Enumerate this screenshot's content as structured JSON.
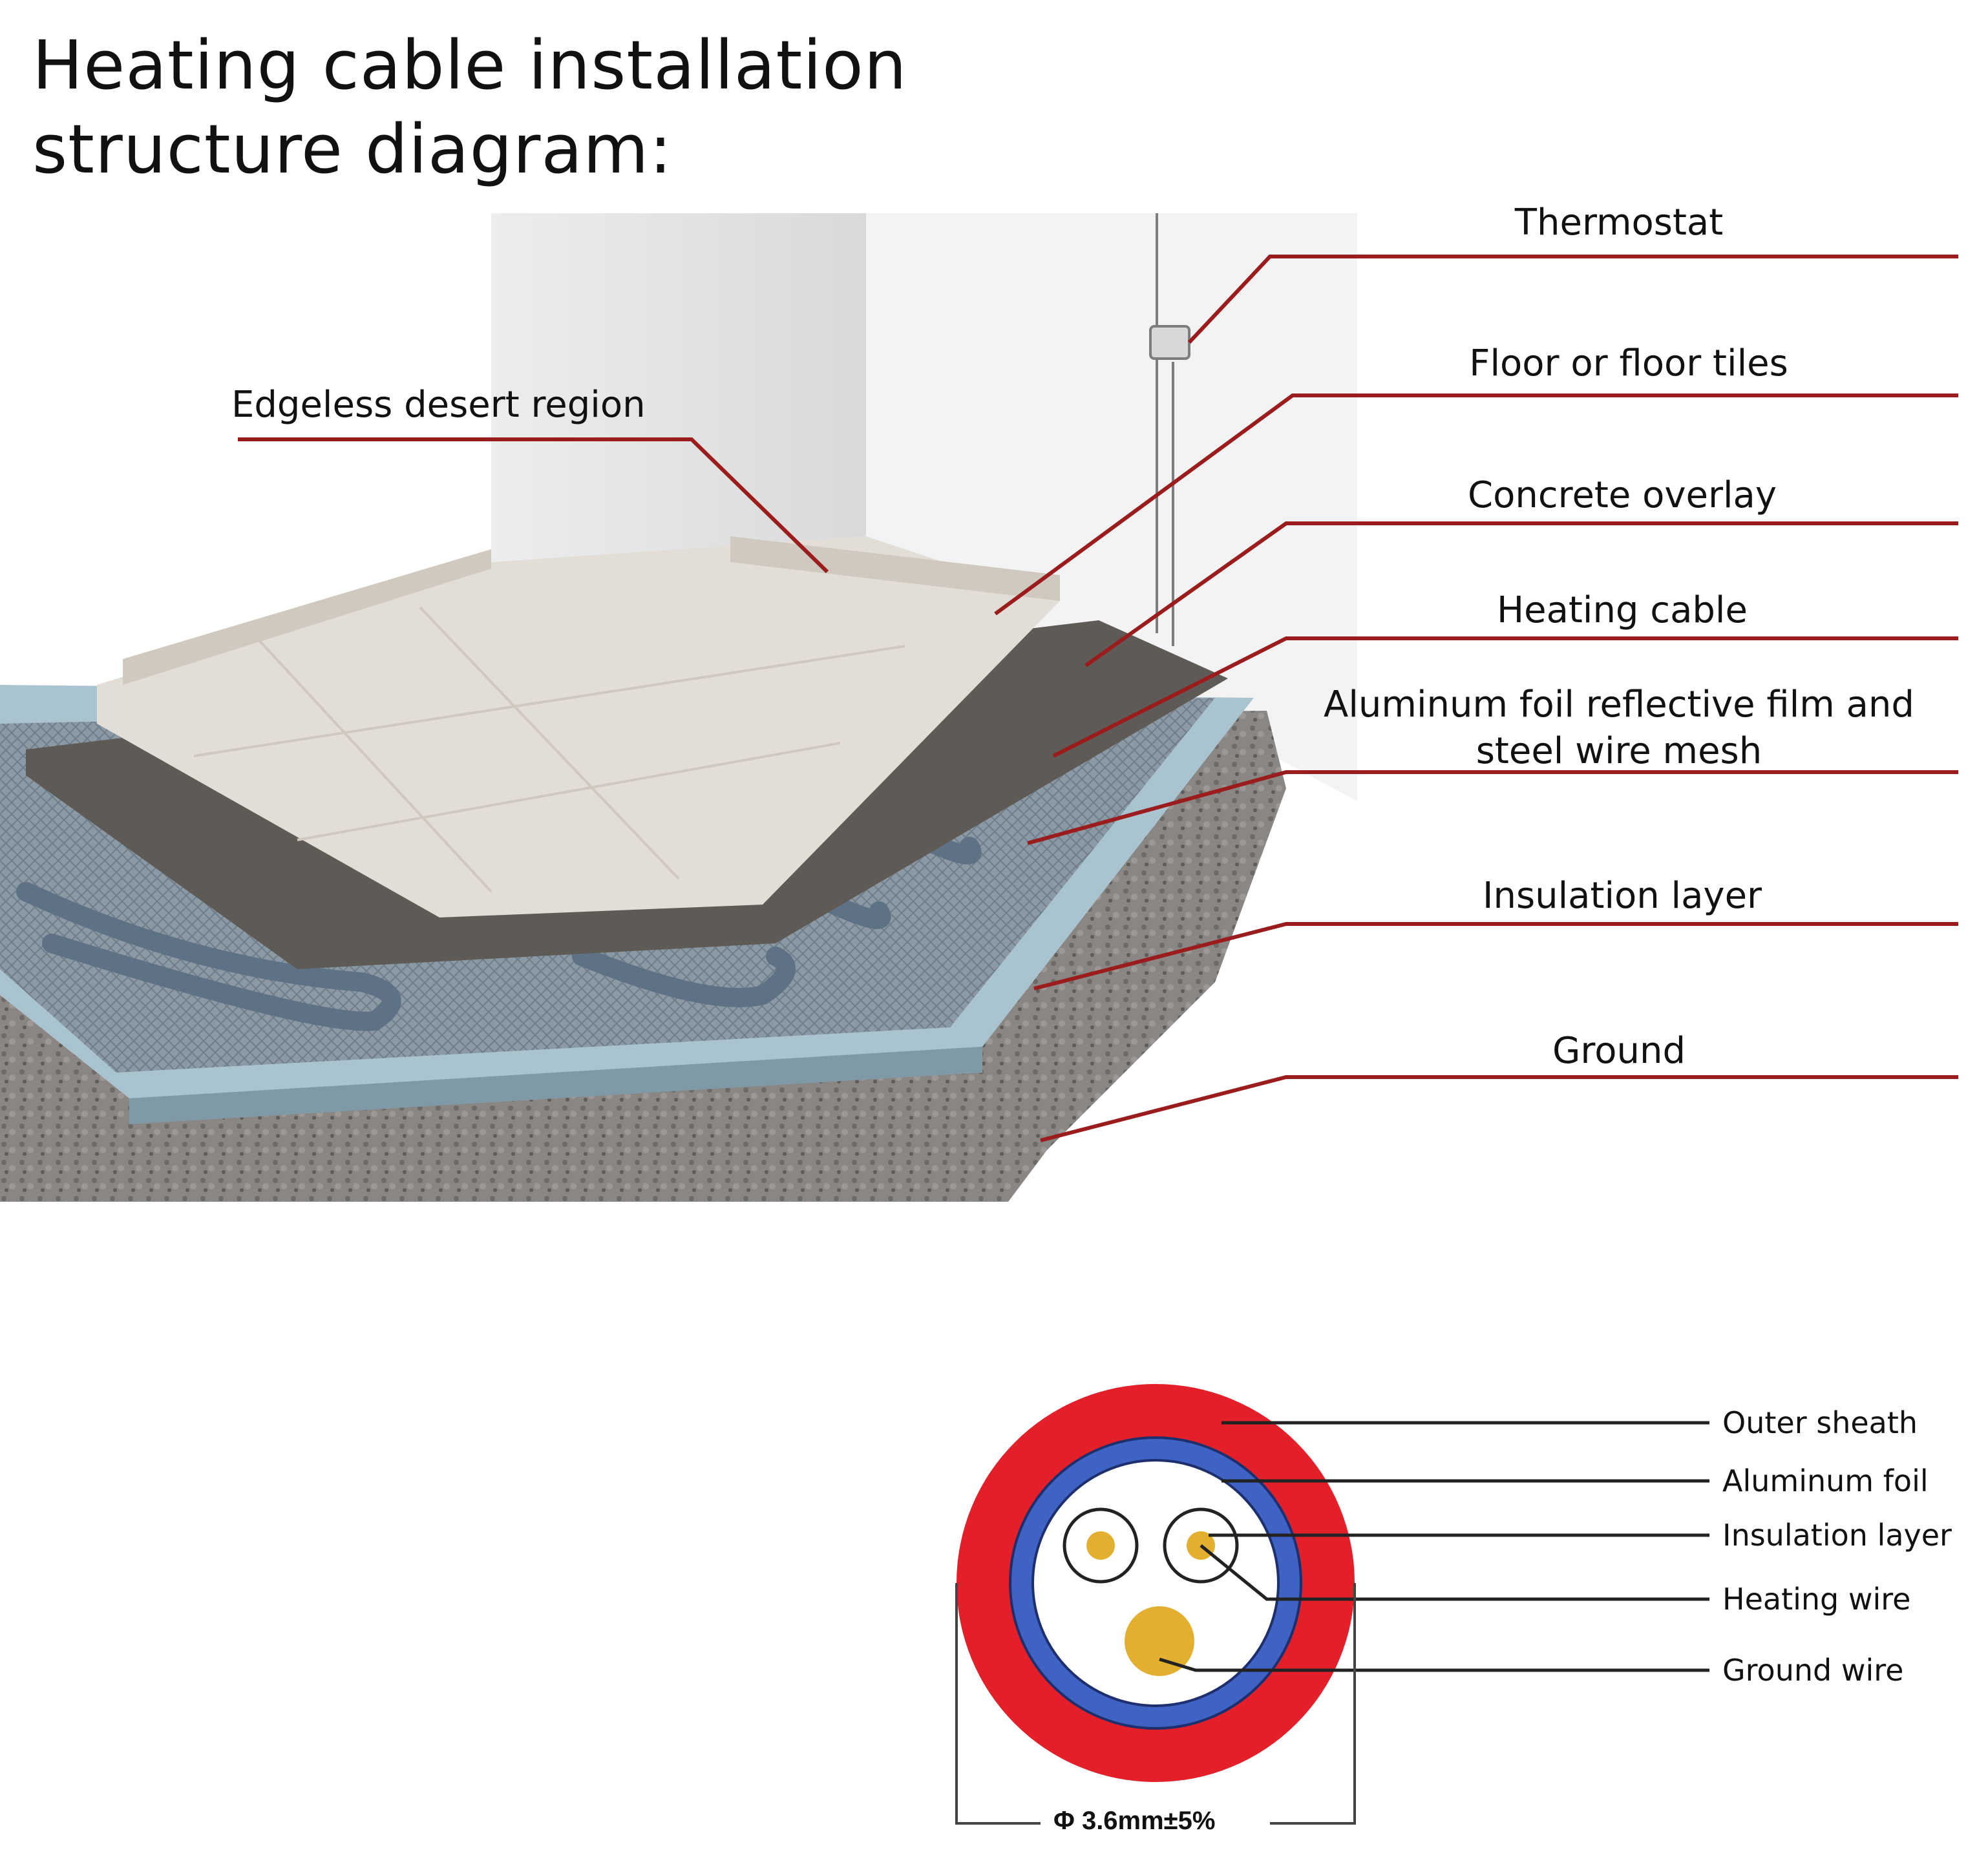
{
  "title": {
    "line1": "Heating cable installation",
    "line2": "structure diagram:"
  },
  "floor_callouts": [
    "Edgeless desert region",
    "Thermostat",
    "Floor or floor tiles",
    "Concrete overlay",
    "Heating cable",
    "Aluminum foil reflective film and steel wire mesh",
    "Insulation layer",
    "Ground"
  ],
  "cable_callouts": [
    "Outer sheath",
    "Aluminum foil",
    "Insulation layer",
    "Heating wire",
    "Ground wire"
  ],
  "dimension": "Φ 3.6mm±5%",
  "colors": {
    "leader": "#9b1c1c",
    "outer_sheath": "#e3202a",
    "aluminum_foil": "#3f63c4",
    "insulation": "#ffffff",
    "wire": "#e2b02e"
  }
}
